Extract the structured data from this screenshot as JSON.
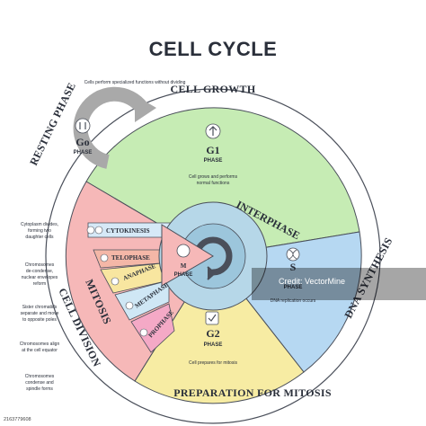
{
  "title": "CELL CYCLE",
  "arcs": {
    "cell_growth": "CELL GROWTH",
    "dna_synthesis": "DNA SYNTHESIS",
    "preparation": "PREPARATION FOR MITOSIS",
    "cell_division": "CELL DIVISION",
    "mitosis": "MITOSIS",
    "resting": "RESTING PHASE"
  },
  "center": {
    "label": "INTERPHASE"
  },
  "phases": {
    "g0": {
      "symbol": "Go",
      "label": "PHASE",
      "desc": "Cells perform specialized functions without dividing"
    },
    "g1": {
      "symbol": "G1",
      "label": "PHASE",
      "desc1": "Cell grows and performs",
      "desc2": "normal functions"
    },
    "s": {
      "symbol": "S",
      "label": "PHASE",
      "desc": "DNA replication occurs"
    },
    "g2": {
      "symbol": "G2",
      "label": "PHASE",
      "desc": "Cell prepares for mitosis"
    },
    "m": {
      "symbol": "M",
      "label": "PHASE"
    }
  },
  "mitosis_steps": [
    "CYTOKINESIS",
    "TELOPHASE",
    "ANAPHASE",
    "METAPHASE",
    "PROPHASE"
  ],
  "side_notes": [
    [
      "Cytoplasm divides,",
      "forming two",
      "daughter cells"
    ],
    [
      "Chromosomes",
      "de-condense,",
      "nuclear envelopes",
      "reform"
    ],
    [
      "Sister chromatids",
      "separate and move",
      "to opposite poles"
    ],
    [
      "Chromosomes align",
      "at the cell equator"
    ],
    [
      "Chromosomes",
      "condense and",
      "spindle forms"
    ]
  ],
  "watermark": {
    "text": "Credit: VectorMine"
  },
  "stock_id": "2163779608",
  "colors": {
    "g1": "#c6ecb4",
    "s": "#b6d8f2",
    "g2": "#f7eca3",
    "m_wedge": "#f6b8b8",
    "inner": "#b6d7e8",
    "g0_arrow": "#a9a9a9",
    "outline": "#4a4f5a"
  }
}
